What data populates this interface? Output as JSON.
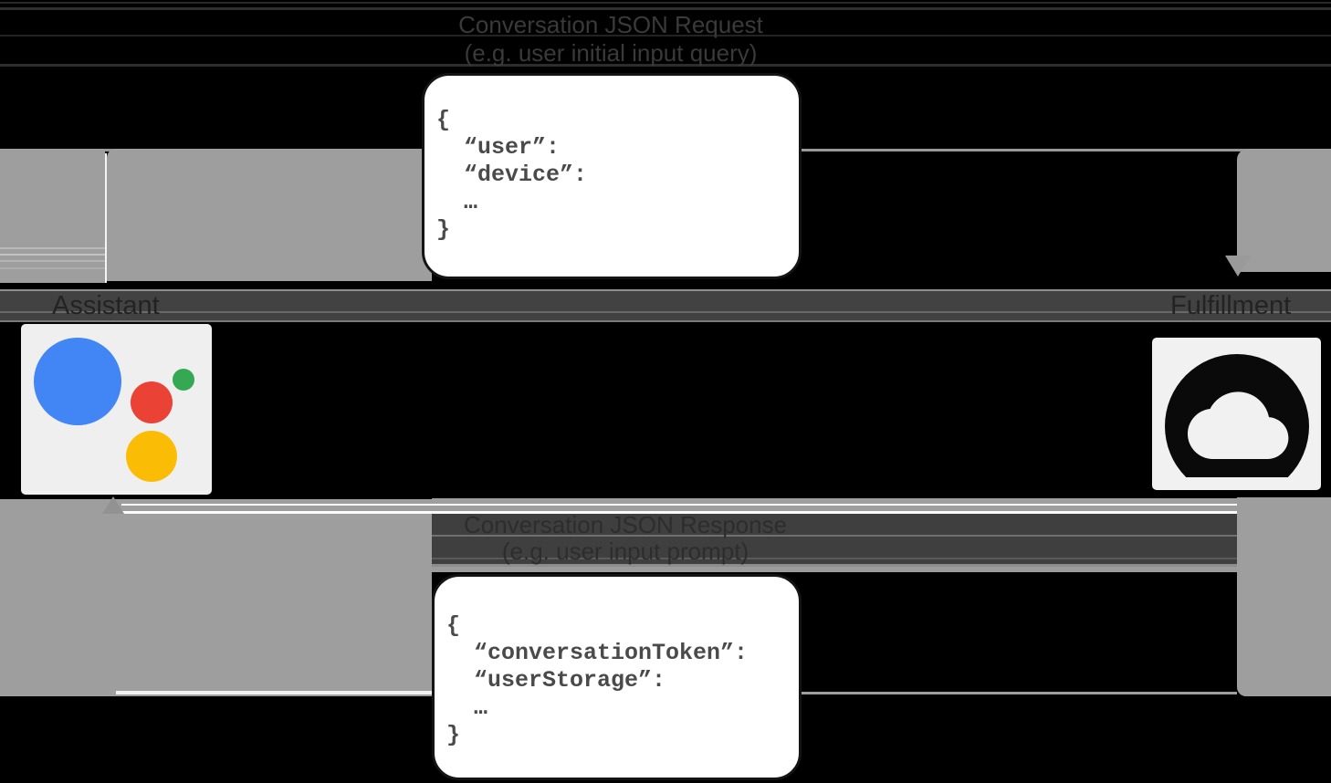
{
  "request": {
    "label_line1": "Conversation JSON Request",
    "label_line2": "(e.g. user initial input query)",
    "code": "{\n  “user”:\n  “device”:\n  …\n}"
  },
  "response": {
    "label_line1": "Conversation JSON Response",
    "label_line2": "(e.g. user input prompt)",
    "code": "{\n  “conversationToken”:\n  “userStorage”:\n  …\n}"
  },
  "nodes": {
    "assistant": {
      "label": "Assistant",
      "icon": "google-assistant-logo"
    },
    "fulfillment": {
      "label": "Fulfillment",
      "icon": "google-cloud-icon"
    }
  },
  "colors": {
    "background": "#000000",
    "arrow_gray": "#9E9E9E",
    "band_dark": "#424242",
    "flow_label_text": "#3A3A3A",
    "band_text": "#232323",
    "code_text": "#4A4A4A",
    "code_box_bg": "#FFFFFF",
    "icon_card_bg": "#EFEFEF",
    "assistant_blue": "#4285F4",
    "assistant_green": "#34A853",
    "assistant_red": "#EA4335",
    "assistant_yellow": "#FBBC05",
    "cloud_black": "#0A0A0A"
  }
}
